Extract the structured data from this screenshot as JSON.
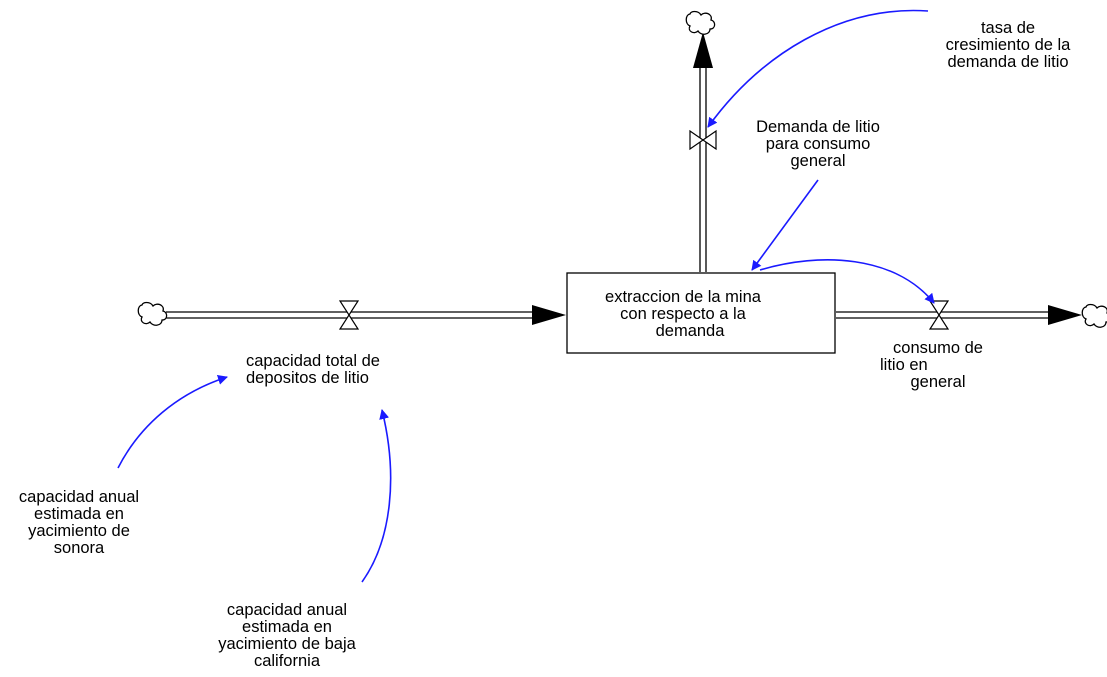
{
  "diagram": {
    "colors": {
      "flow": "#000000",
      "link": "#1a1aff",
      "background": "#ffffff"
    },
    "icons": {
      "source_sink": "cloud-icon",
      "valve": "valve-icon",
      "arrowhead": "arrowhead-icon"
    },
    "stock": {
      "lines": [
        "extraccion de la mina",
        "con respecto a la",
        "demanda"
      ]
    },
    "flows": {
      "inflow": {
        "lines": [
          "capacidad total de",
          "depositos de litio"
        ]
      },
      "outflow_right": {
        "lines": [
          "consumo de",
          "litio en",
          "general"
        ]
      },
      "outflow_up": {
        "lines": [
          "Demanda de litio",
          "para consumo",
          "general"
        ]
      }
    },
    "auxiliaries": {
      "growth_rate": {
        "lines": [
          "tasa de",
          "cresimiento de la",
          "demanda de litio"
        ]
      },
      "sonora": {
        "lines": [
          "capacidad anual",
          "estimada en",
          "yacimiento de",
          "sonora"
        ]
      },
      "baja_california": {
        "lines": [
          "capacidad anual",
          "estimada en",
          "yacimiento de baja",
          "california"
        ]
      }
    }
  }
}
